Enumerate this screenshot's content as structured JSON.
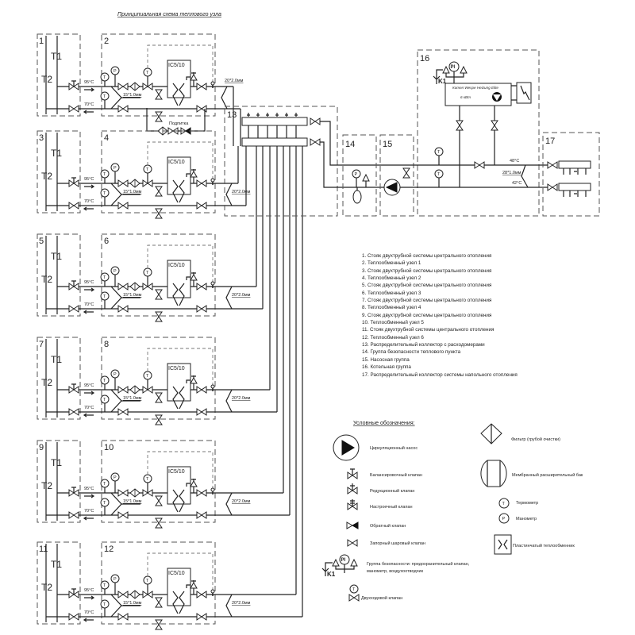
{
  "title": "Принципиальная схема теплового узла",
  "risers": [
    {
      "id": "1",
      "t1": "T1",
      "t2": "T2"
    },
    {
      "id": "3",
      "t1": "T1",
      "t2": "T2"
    },
    {
      "id": "5",
      "t1": "T1",
      "t2": "T2"
    },
    {
      "id": "7",
      "t1": "T1",
      "t2": "T2"
    },
    {
      "id": "9",
      "t1": "T1",
      "t2": "T2"
    },
    {
      "id": "11",
      "t1": "T1",
      "t2": "T2"
    }
  ],
  "nodes": [
    {
      "id": "2",
      "hx": "IC5/10",
      "supply_temp": "95°C",
      "return_temp": "70°C",
      "pipe_in": "15*1.0мм",
      "pipe_out": "20*2.0мм",
      "makeup": "Подпитка"
    },
    {
      "id": "4",
      "hx": "IC5/10",
      "supply_temp": "95°C",
      "return_temp": "70°C",
      "pipe_in": "15*1.0мм",
      "pipe_out": "20*2.0мм"
    },
    {
      "id": "6",
      "hx": "IC5/10",
      "supply_temp": "95°C",
      "return_temp": "70°C",
      "pipe_in": "15*1.0мм",
      "pipe_out": "20*2.0мм"
    },
    {
      "id": "8",
      "hx": "IC5/10",
      "supply_temp": "95°C",
      "return_temp": "70°C",
      "pipe_in": "15*1.0мм",
      "pipe_out": "20*2.0мм"
    },
    {
      "id": "10",
      "hx": "IC5/10",
      "supply_temp": "95°C",
      "return_temp": "70°C",
      "pipe_in": "15*1.0мм",
      "pipe_out": "20*2.0мм"
    },
    {
      "id": "12",
      "hx": "IC5/10",
      "supply_temp": "95°C",
      "return_temp": "70°C",
      "pipe_in": "15*1.0мм",
      "pipe_out": "20*2.0мм"
    }
  ],
  "blocks": {
    "collector": {
      "id": "13"
    },
    "safety": {
      "id": "14"
    },
    "pump": {
      "id": "15"
    },
    "boiler": {
      "id": "16",
      "name": "Котел Wespe Heizung Elite",
      "power": "6 кВт",
      "k1": "K1",
      "pi": "PI",
      "supply_temp": "48°C",
      "return_temp": "42°C",
      "pipe": "28*1.0мм"
    },
    "floor_collector": {
      "id": "17"
    }
  },
  "symbols": {
    "thermometer": "T",
    "manometer": "P"
  },
  "explication": [
    "1. Стояк двухтрубной системы центрального отопления",
    "2. Теплообменный узел 1",
    "3. Стояк двухтрубной системы центрального отопления",
    "4. Теплообменный узел 2",
    "5. Стояк двухтрубной системы центрального отопления",
    "6. Теплообменный узел 3",
    "7. Стояк двухтрубной системы центрального отопления",
    "8. Теплообменный узел 4",
    "9. Стояк двухтрубной системы центрального отопления",
    "10. Теплообменный узел 5",
    "11. Стояк двухтрубной системы центрального отопления",
    "12. Теплообменный узел 6",
    "13. Распределительный коллектор с расходомерами",
    "14. Группа безопасности теплового пункта",
    "15. Насосная группа",
    "16. Котельная группа",
    "17. Распределительный коллектор системы напольного отопления"
  ],
  "legend": {
    "title": "Условные обозначения:",
    "items": {
      "pump": "Циркуляционный насос",
      "balancing_valve": "Балансировочный клапан",
      "reducing_valve": "Редукционный клапан",
      "adjusting_valve": "Настроечный клапан",
      "check_valve": "Обратный клапан",
      "ball_valve": "Запорный шаровый клапан",
      "safety_group": "Группа безопасности: предохранительный клапан,",
      "safety_group_2": "манометр, воздухоотводчик",
      "two_way_valve": "Двухходовой клапан",
      "filter": "Фильтр (грубой очистки)",
      "expansion_tank": "Мембранный расширительный бак",
      "thermometer": "Термометр",
      "manometer": "Манометр",
      "plate_hx": "Пластинчатый теплообменник"
    },
    "k1": "K1",
    "pi": "PI",
    "t": "T",
    "p": "P"
  }
}
